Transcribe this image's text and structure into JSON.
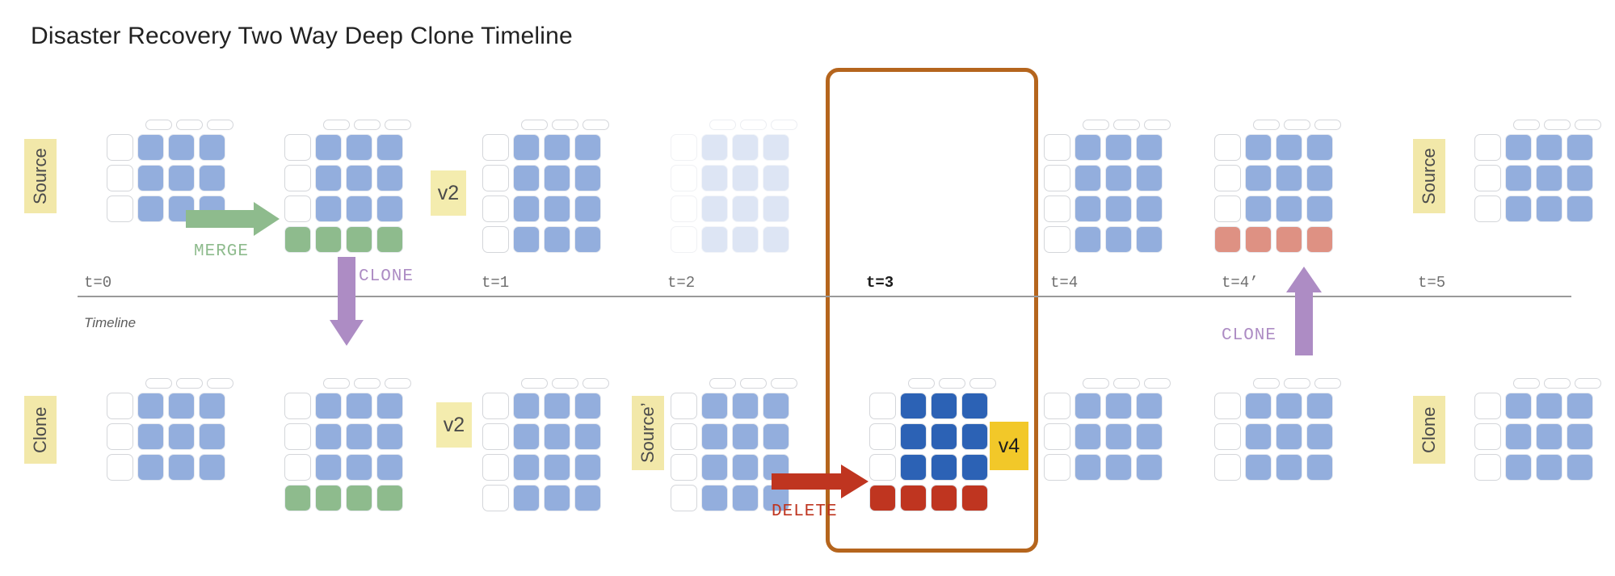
{
  "title": "Disaster Recovery Two Way Deep Clone Timeline",
  "accent_colors": {
    "blue": "#93aedd",
    "faint_blue": "#dde5f4",
    "green": "#8ebb8d",
    "dark_blue": "#2c62b5",
    "dark_red": "#bf3520",
    "salmon": "#de9183",
    "highlight_orange": "#b5651d",
    "clone_purple": "#ad8cc4",
    "label_yellow": "#f2e8a9",
    "v4_gold": "#f2c829"
  },
  "timeline": {
    "caption": "Timeline",
    "ticks": [
      {
        "label": "t=0",
        "emphasized": false
      },
      {
        "label": "t=1",
        "emphasized": false
      },
      {
        "label": "t=2",
        "emphasized": false
      },
      {
        "label": "t=3",
        "emphasized": true
      },
      {
        "label": "t=4",
        "emphasized": false
      },
      {
        "label": "t=4’",
        "emphasized": false
      },
      {
        "label": "t=5",
        "emphasized": false
      }
    ]
  },
  "lane_labels": {
    "source": "Source",
    "source_prime": "Source’",
    "clone": "Clone"
  },
  "version_chips": {
    "top_v2": "v2",
    "bottom_v2": "v2",
    "bottom_v4": "v4"
  },
  "operations": {
    "merge": "MERGE",
    "clone_down": "CLONE",
    "clone_up": "CLONE",
    "delete": "DELETE"
  },
  "chart_data": {
    "type": "diagram",
    "title": "Disaster Recovery Two Way Deep Clone Timeline",
    "lanes": [
      "Source",
      "Clone"
    ],
    "grids": [
      {
        "id": "src-t0",
        "lane": "Source",
        "tick": "t=0",
        "rows": 3,
        "cols": 3,
        "row_colors": [
          "blue",
          "blue",
          "blue"
        ],
        "extra_row": null,
        "state": "normal"
      },
      {
        "id": "src-t0-merged",
        "lane": "Source",
        "tick": "t=0",
        "rows": 3,
        "cols": 3,
        "row_colors": [
          "blue",
          "blue",
          "blue"
        ],
        "extra_row": "green",
        "state": "normal"
      },
      {
        "id": "src-t1",
        "lane": "Source",
        "tick": "t=1",
        "rows": 4,
        "cols": 3,
        "row_colors": [
          "blue",
          "blue",
          "blue",
          "blue"
        ],
        "extra_row": null,
        "state": "normal"
      },
      {
        "id": "src-t2",
        "lane": "Source",
        "tick": "t=2",
        "rows": 4,
        "cols": 3,
        "row_colors": [
          "faint",
          "faint",
          "faint",
          "faint"
        ],
        "extra_row": null,
        "state": "faded"
      },
      {
        "id": "src-t3",
        "lane": "Source",
        "tick": "t=3",
        "rows": 0,
        "cols": 0,
        "row_colors": [],
        "extra_row": null,
        "state": "absent"
      },
      {
        "id": "src-t4",
        "lane": "Source",
        "tick": "t=4",
        "rows": 4,
        "cols": 3,
        "row_colors": [
          "blue",
          "blue",
          "blue",
          "blue"
        ],
        "extra_row": null,
        "state": "normal"
      },
      {
        "id": "src-t4p",
        "lane": "Source",
        "tick": "t=4’",
        "rows": 3,
        "cols": 3,
        "row_colors": [
          "blue",
          "blue",
          "blue"
        ],
        "extra_row": "salmon",
        "state": "normal"
      },
      {
        "id": "src-t5",
        "lane": "Source",
        "tick": "t=5",
        "rows": 3,
        "cols": 3,
        "row_colors": [
          "blue",
          "blue",
          "blue"
        ],
        "extra_row": null,
        "state": "normal"
      },
      {
        "id": "cln-t0",
        "lane": "Clone",
        "tick": "t=0",
        "rows": 3,
        "cols": 3,
        "row_colors": [
          "blue",
          "blue",
          "blue"
        ],
        "extra_row": null,
        "state": "normal"
      },
      {
        "id": "cln-t0-cloned",
        "lane": "Clone",
        "tick": "t=0",
        "rows": 3,
        "cols": 3,
        "row_colors": [
          "blue",
          "blue",
          "blue"
        ],
        "extra_row": "green",
        "state": "normal"
      },
      {
        "id": "cln-t1",
        "lane": "Clone",
        "tick": "t=1",
        "rows": 4,
        "cols": 3,
        "row_colors": [
          "blue",
          "blue",
          "blue",
          "blue"
        ],
        "extra_row": null,
        "state": "normal"
      },
      {
        "id": "cln-t2",
        "lane": "Clone",
        "tick": "t=2",
        "rows": 4,
        "cols": 3,
        "row_colors": [
          "blue",
          "blue",
          "blue",
          "blue"
        ],
        "extra_row": null,
        "state": "normal"
      },
      {
        "id": "cln-t3",
        "lane": "Clone",
        "tick": "t=3",
        "rows": 3,
        "cols": 3,
        "row_colors": [
          "dblue",
          "dblue",
          "dblue"
        ],
        "extra_row": "dred",
        "state": "normal"
      },
      {
        "id": "cln-t4",
        "lane": "Clone",
        "tick": "t=4",
        "rows": 3,
        "cols": 3,
        "row_colors": [
          "blue",
          "blue",
          "blue"
        ],
        "extra_row": null,
        "state": "normal"
      },
      {
        "id": "cln-t4p",
        "lane": "Clone",
        "tick": "t=4’",
        "rows": 3,
        "cols": 3,
        "row_colors": [
          "blue",
          "blue",
          "blue"
        ],
        "extra_row": null,
        "state": "normal"
      },
      {
        "id": "cln-t5",
        "lane": "Clone",
        "tick": "t=5",
        "rows": 3,
        "cols": 3,
        "row_colors": [
          "blue",
          "blue",
          "blue"
        ],
        "extra_row": null,
        "state": "normal"
      }
    ],
    "arrows": [
      {
        "label": "MERGE",
        "direction": "right",
        "color": "#8ebb8d",
        "from": "src-t0",
        "to": "src-t0-merged"
      },
      {
        "label": "CLONE",
        "direction": "down",
        "color": "#ad8cc4",
        "from": "src-t0-merged",
        "to": "cln-t0-cloned"
      },
      {
        "label": "DELETE",
        "direction": "right",
        "color": "#bf3520",
        "from": "cln-t2",
        "to": "cln-t3"
      },
      {
        "label": "CLONE",
        "direction": "up",
        "color": "#ad8cc4",
        "from": "cln-t4p",
        "to": "src-t4p"
      }
    ],
    "highlight": {
      "tick": "t=3",
      "color": "#b5651d",
      "shape": "rounded-rect"
    }
  }
}
